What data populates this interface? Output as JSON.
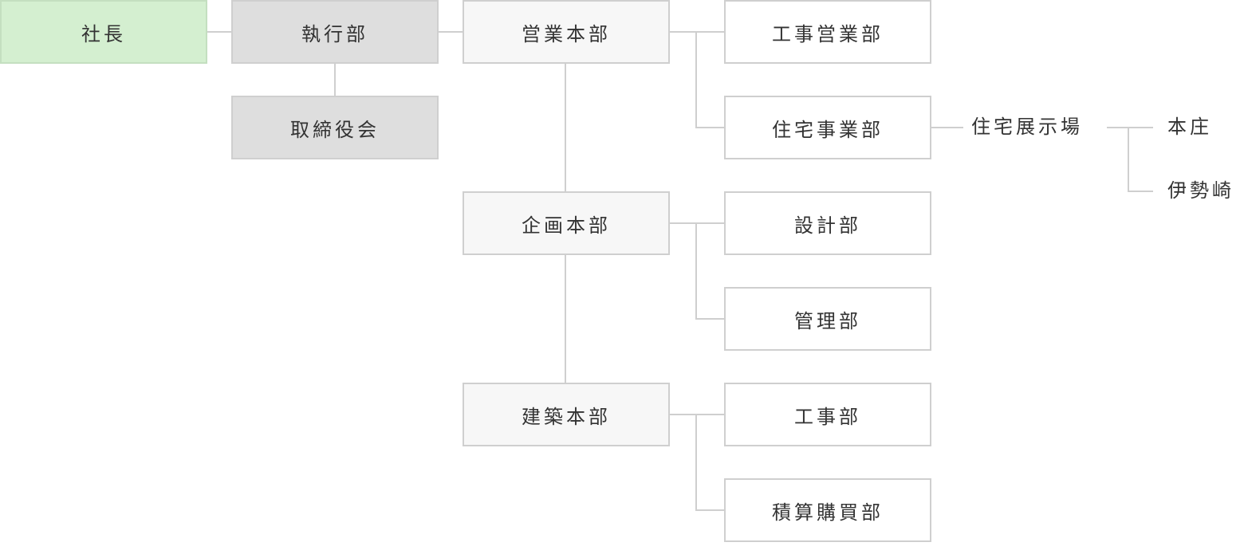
{
  "org": {
    "president": "社長",
    "executive": "執行部",
    "board": "取締役会",
    "headquarters": {
      "sales": "営業本部",
      "planning": "企画本部",
      "construction": "建築本部"
    },
    "departments": {
      "construction_sales": "工事営業部",
      "housing": "住宅事業部",
      "design": "設計部",
      "management": "管理部",
      "works": "工事部",
      "estimating_purchasing": "積算購買部"
    },
    "showroom": {
      "label": "住宅展示場",
      "locations": [
        "本庄",
        "伊勢崎"
      ]
    }
  },
  "colors": {
    "president_bg": "#d4efd0",
    "executive_bg": "#dedede",
    "headquarters_bg": "#f7f7f7",
    "department_bg": "#ffffff",
    "border": "#cfcfcf",
    "text": "#333333"
  }
}
